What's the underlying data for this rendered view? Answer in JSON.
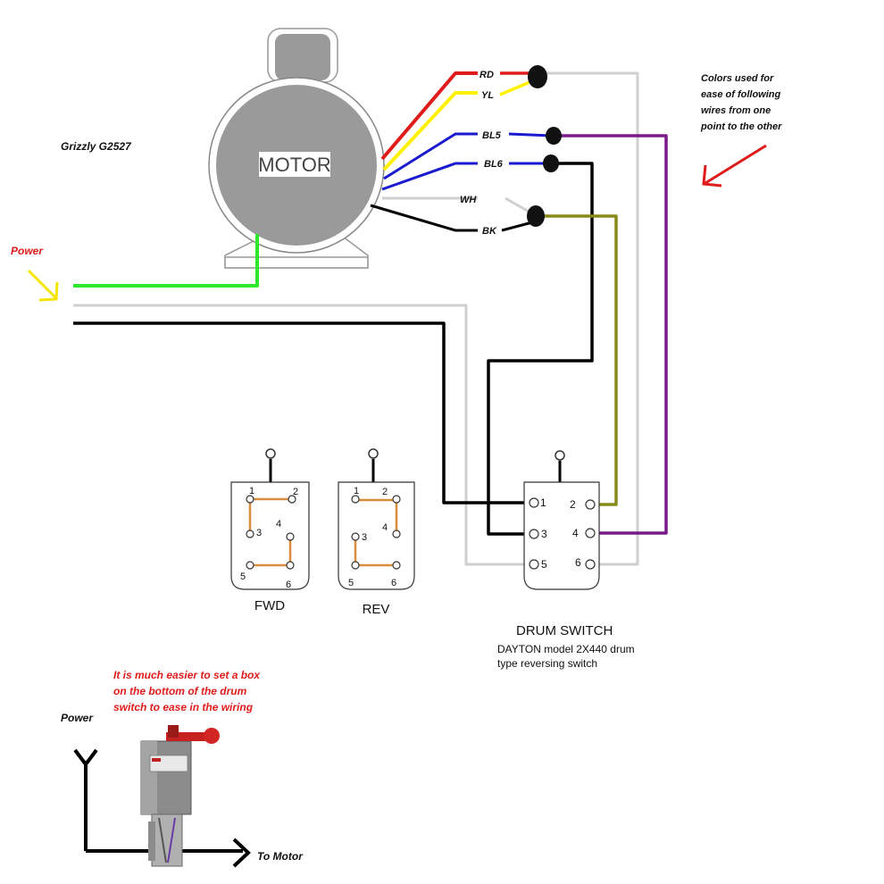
{
  "model": "Grizzly G2527",
  "motor": {
    "label": "MOTOR"
  },
  "power_label": "Power",
  "wires": [
    {
      "name": "RD",
      "color": "#e01b1b"
    },
    {
      "name": "YL",
      "color": "#fff200"
    },
    {
      "name": "BL5",
      "color": "#1a1ad0"
    },
    {
      "name": "BL6",
      "color": "#1a1ad0"
    },
    {
      "name": "WH",
      "color": "#cfcfcf"
    },
    {
      "name": "BK",
      "color": "#000000"
    }
  ],
  "note_colors": [
    "Colors used for",
    "ease of following",
    "wires from one",
    "point to the other"
  ],
  "switch_diagrams": {
    "fwd": {
      "label": "FWD",
      "terminals": [
        "1",
        "2",
        "3",
        "4",
        "5",
        "6"
      ]
    },
    "rev": {
      "label": "REV",
      "terminals": [
        "1",
        "2",
        "3",
        "4",
        "5",
        "6"
      ]
    }
  },
  "drum_switch": {
    "title": "DRUM SWITCH",
    "subtitle_lines": [
      "DAYTON model 2X440 drum",
      "type reversing switch"
    ],
    "terminals": [
      "1",
      "2",
      "3",
      "4",
      "5",
      "6"
    ]
  },
  "note_box": [
    "It is much   easier to set a box",
    "on the bottom of the drum",
    "switch to ease in the wiring"
  ],
  "bottom": {
    "power_label": "Power",
    "to_motor_label": "To Motor"
  },
  "colors": {
    "green": "#2ee82e",
    "olive": "#8a8a1a",
    "purple": "#7a1a8a",
    "gray": "#cfcfcf",
    "copper": "#d98c3a",
    "arrow_red": "#e01b1b",
    "arrow_yellow": "#f5e400"
  }
}
